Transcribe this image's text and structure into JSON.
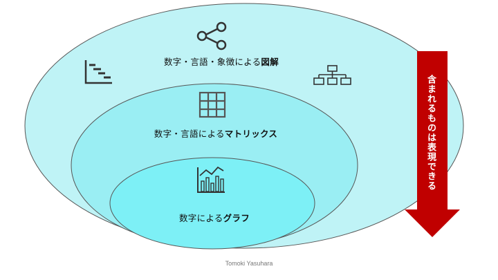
{
  "levels": [
    {
      "label_prefix": "数字・言語・象徴による",
      "label_bold": "図解"
    },
    {
      "label_prefix": "数字・言語による",
      "label_bold": "マトリックス"
    },
    {
      "label_prefix": "数字による",
      "label_bold": "グラフ"
    }
  ],
  "arrow": {
    "text": "含まれるものは表現できる",
    "color": "#c00000"
  },
  "credit": "Tomoki Yasuhara",
  "colors": {
    "outer": "#bff3f6",
    "middle": "#9aeef3",
    "inner": "#7df0f6",
    "stroke": "#555555"
  },
  "icons": [
    "share-network-icon",
    "gantt-chart-icon",
    "org-chart-icon",
    "grid-table-icon",
    "bar-line-chart-icon"
  ]
}
